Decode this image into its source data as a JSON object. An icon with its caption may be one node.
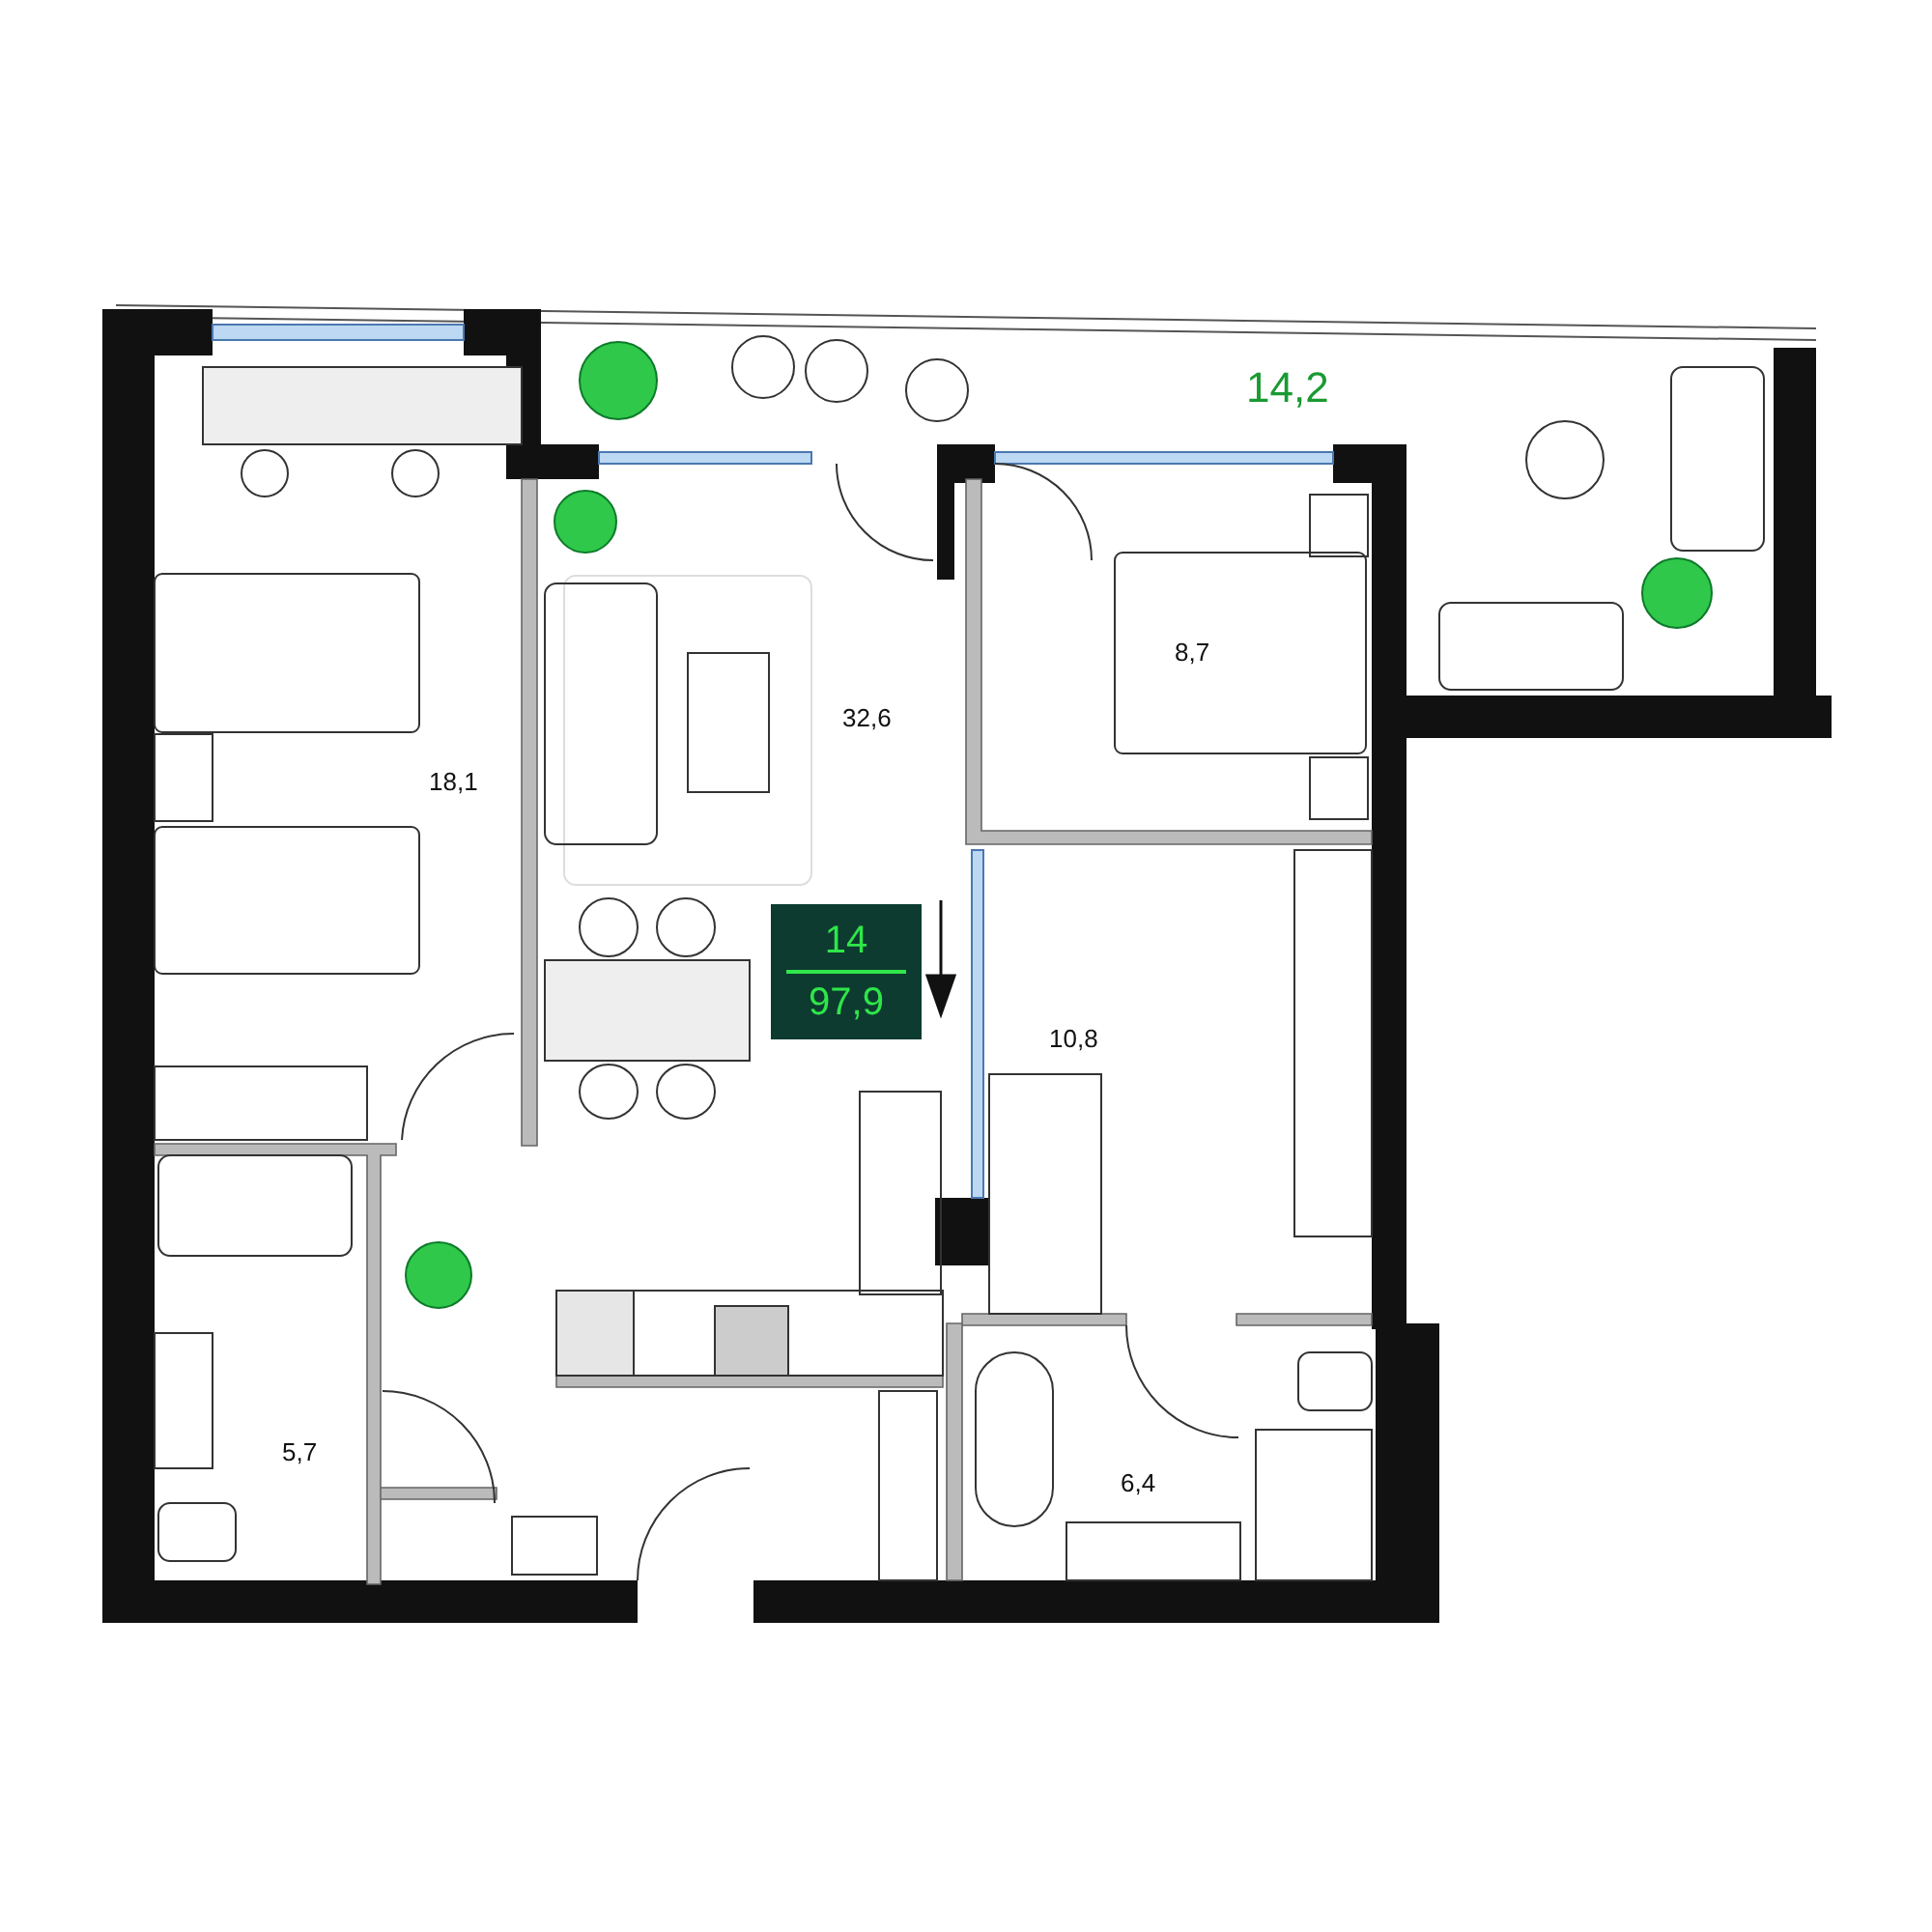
{
  "diagram": {
    "nodes": [
      {
        "text": [
          "14",
          "97,9"
        ]
      }
    ],
    "labels": [
      "14,2",
      "32,6",
      "8,7",
      "18,1",
      "10,8",
      "5,7",
      "6,4"
    ]
  }
}
